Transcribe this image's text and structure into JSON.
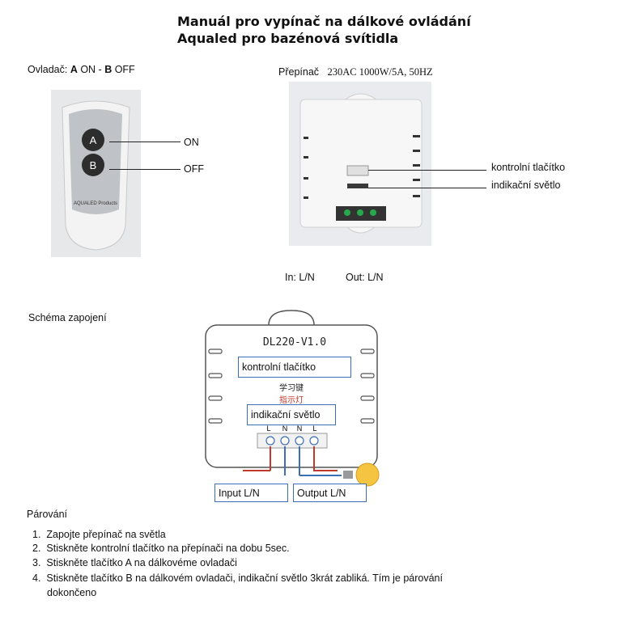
{
  "title": {
    "line1": "Manuál pro vypínač na dálkové ovládání",
    "line2": "Aqualed pro bazénová svítidla"
  },
  "remote": {
    "label_prefix": "Ovladač: ",
    "label_a": "A",
    "label_on": " ON - ",
    "label_b": "B",
    "label_off": " OFF",
    "button_a": "A",
    "button_b": "B",
    "brand": "AQUALED Products",
    "on_label": "ON",
    "off_label": "OFF"
  },
  "switch": {
    "label_prefix": "Přepínač",
    "label_spec": "230AC 1000W/5A, 50HZ",
    "control_button": "kontrolní tlačítko",
    "indicator": "indikační světlo",
    "in_label": "In: L/N",
    "out_label": "Out: L/N"
  },
  "wiring": {
    "title": "Schéma zapojení",
    "model": "DL220-V1.0",
    "control_button": "kontrolní tlačítko",
    "chinese_button": "学习键",
    "chinese_light": "指示灯",
    "indicator": "indikační světlo",
    "terminals": [
      "L",
      "N",
      "N",
      "L"
    ],
    "input": "Input L/N",
    "output": "Output L/N"
  },
  "pairing": {
    "title": "Párování",
    "steps": [
      {
        "num": "1.",
        "text": "Zapojte přepínač na světla"
      },
      {
        "num": "2.",
        "text": "Stiskněte kontrolní tlačítko na přepínači na dobu 5sec."
      },
      {
        "num": "3.",
        "text": "Stiskněte tlačítko A na dálkovéme ovladači"
      },
      {
        "num": "4.",
        "text": "Stiskněte tlačítko B na dálkovém ovladači, indikační světlo 3krát zabliká. Tím je párování"
      }
    ],
    "step4_cont": "dokončeno"
  },
  "colors": {
    "box_border": "#3d6fb6",
    "arrow_red": "#c0392b",
    "arrow_blue": "#3d6fb6",
    "bulb": "#f5c542"
  }
}
